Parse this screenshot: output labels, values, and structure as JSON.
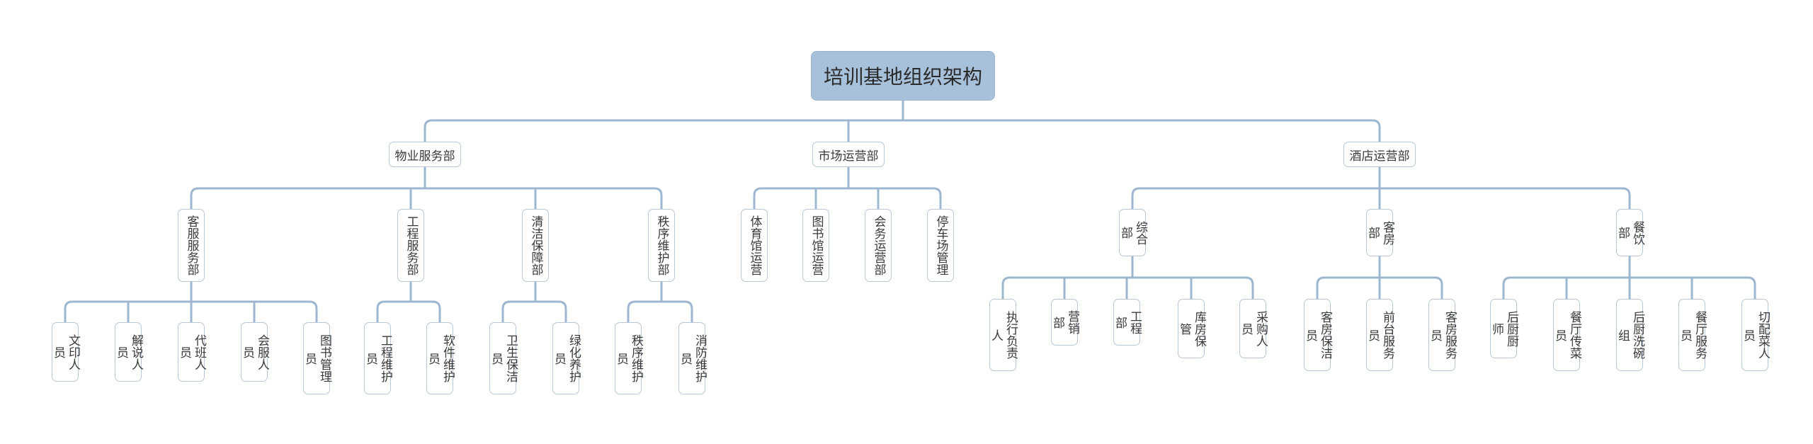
{
  "root": {
    "label": "培训基地组织架构"
  },
  "departments": {
    "property": {
      "label": "物业服务部",
      "groups": {
        "customer": {
          "label": "客服服务部",
          "leaves": [
            "文印人员",
            "解说人员",
            "代班人员",
            "会服人员",
            "图书管理员"
          ]
        },
        "engineering": {
          "label": "工程服务部",
          "leaves": [
            "工程维护员",
            "软件维护员"
          ]
        },
        "cleaning": {
          "label": "清洁保障部",
          "leaves": [
            "卫生保洁员",
            "绿化养护员"
          ]
        },
        "order": {
          "label": "秩序维护部",
          "leaves": [
            "秩序维护员",
            "消防维护员"
          ]
        }
      }
    },
    "market": {
      "label": "市场运营部",
      "leaves": [
        "体育馆运营",
        "图书馆运营",
        "会务运营部",
        "停车场管理"
      ]
    },
    "hotel": {
      "label": "酒店运营部",
      "groups": {
        "general": {
          "label": "综合部",
          "leaves": [
            "执行负责人",
            "营销部",
            "工程部",
            "库房保管",
            "采购人员"
          ]
        },
        "rooms": {
          "label": "客房部",
          "leaves": [
            "客房保洁员",
            "前台服务员",
            "客房服务员"
          ]
        },
        "dining": {
          "label": "餐饮部",
          "leaves": [
            "后厨厨师",
            "餐厅传菜员",
            "后厨洗碗组",
            "餐厅服务员",
            "切配菜人员"
          ]
        }
      }
    }
  },
  "colors": {
    "line": "#9db7d0",
    "root_fill": "#a8c1da",
    "node_border": "#b9c8d8"
  }
}
